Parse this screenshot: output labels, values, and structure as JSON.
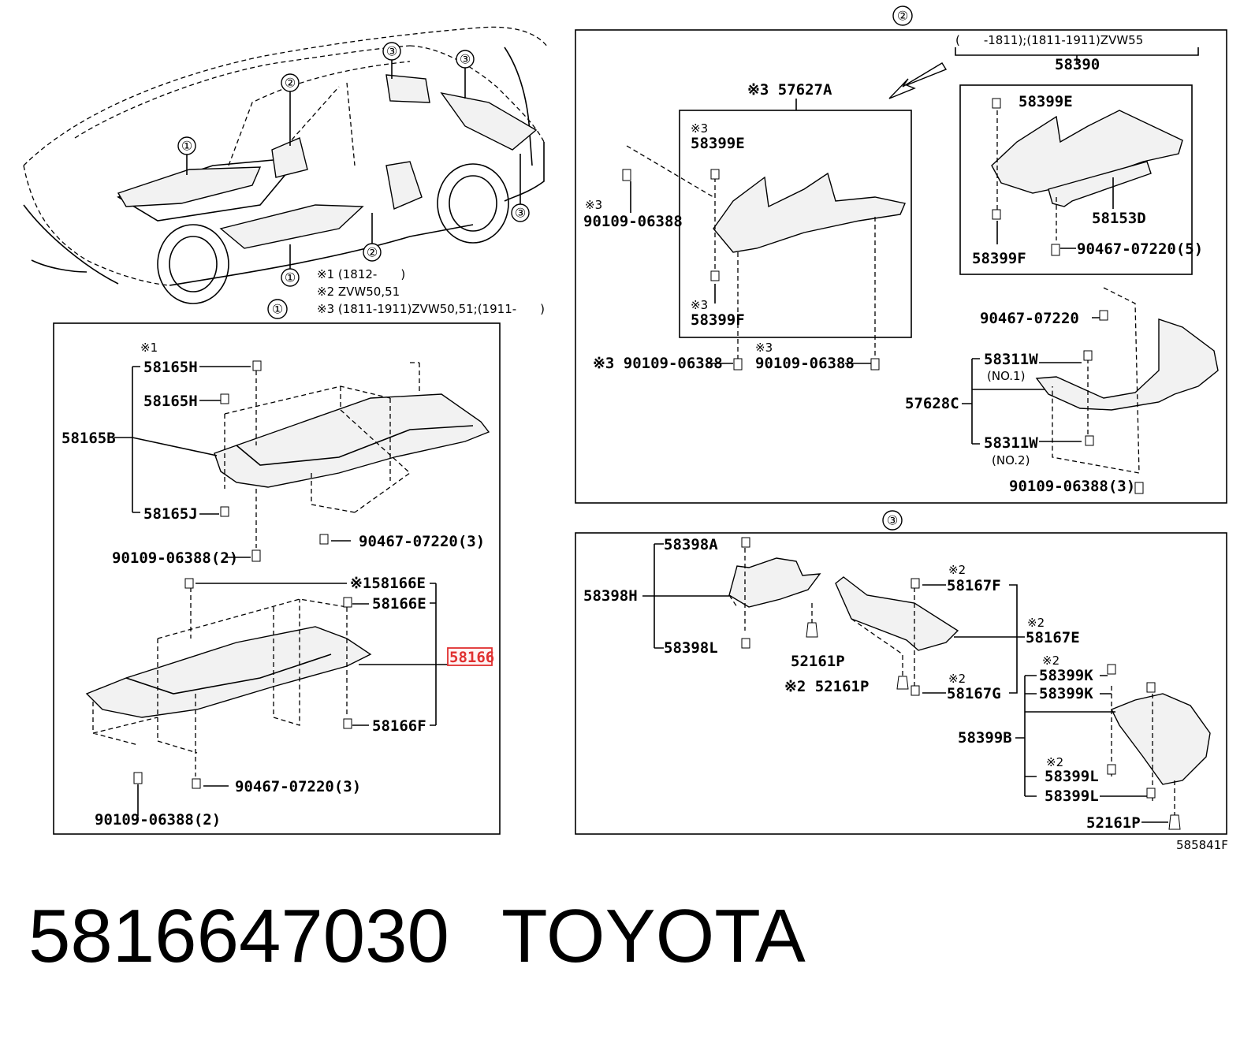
{
  "callouts": {
    "c1": "①",
    "c2": "②",
    "c3": "③"
  },
  "notes": {
    "n1": "※1 (1812-　　)",
    "n2": "※2 ZVW50,51",
    "n3": "※3 (1811-1911)ZVW50,51;(1911-　　)"
  },
  "panel1": {
    "p58165B": "58165B",
    "p58165H_a": "58165H",
    "p58165H_b": "58165H",
    "p58165J": "58165J",
    "mark1": "※1",
    "b1": "90109-06388(2)",
    "b2": "90467-07220(3)",
    "p58166E_a": "※158166E",
    "p58166E_b": "58166E",
    "p58166F": "58166F",
    "p58166_highlight": "58166",
    "b3": "90467-07220(3)",
    "b4": "90109-06388(2)"
  },
  "panel2": {
    "range": "(　　-1811);(1811-1911)ZVW55",
    "p58390": "58390",
    "p58399E_box": "58399E",
    "p58153D": "58153D",
    "p58399F_box": "58399F",
    "b90467_5": "90467-07220(5)",
    "p57627A": "※3 57627A",
    "m3a": "※3",
    "p58399E": "58399E",
    "m3b": "※3",
    "b90109_a": "90109-06388",
    "m3c": "※3",
    "p58399F": "58399F",
    "b90109_b": "※3 90109-06388",
    "m3d": "※3",
    "b90109_c": "90109-06388",
    "b90467": "90467-07220",
    "p58311W_1": "58311W",
    "no1": "(NO.1)",
    "p57628C": "57628C",
    "p58311W_2": "58311W",
    "no2": "(NO.2)",
    "b90109_3": "90109-06388(3)"
  },
  "panel3": {
    "p58398A": "58398A",
    "p58398H": "58398H",
    "p58398L": "58398L",
    "p52161P_a": "52161P",
    "p52161P_b": "※2 52161P",
    "m2a": "※2",
    "p58167F": "58167F",
    "m2b": "※2",
    "p58167E": "58167E",
    "m2c": "※2",
    "p58167G": "58167G",
    "m2d": "※2",
    "p58399K_a": "58399K",
    "p58399K_b": "58399K",
    "p58399B": "58399B",
    "m2e": "※2",
    "p58399L_a": "58399L",
    "p58399L_b": "58399L",
    "p52161P_c": "52161P"
  },
  "ref": "585841F",
  "footer": {
    "part_number": "5816647030",
    "brand": "TOYOTA"
  },
  "colors": {
    "highlight": "#e03030",
    "line": "#000000",
    "fill": "#f2f2f2"
  }
}
